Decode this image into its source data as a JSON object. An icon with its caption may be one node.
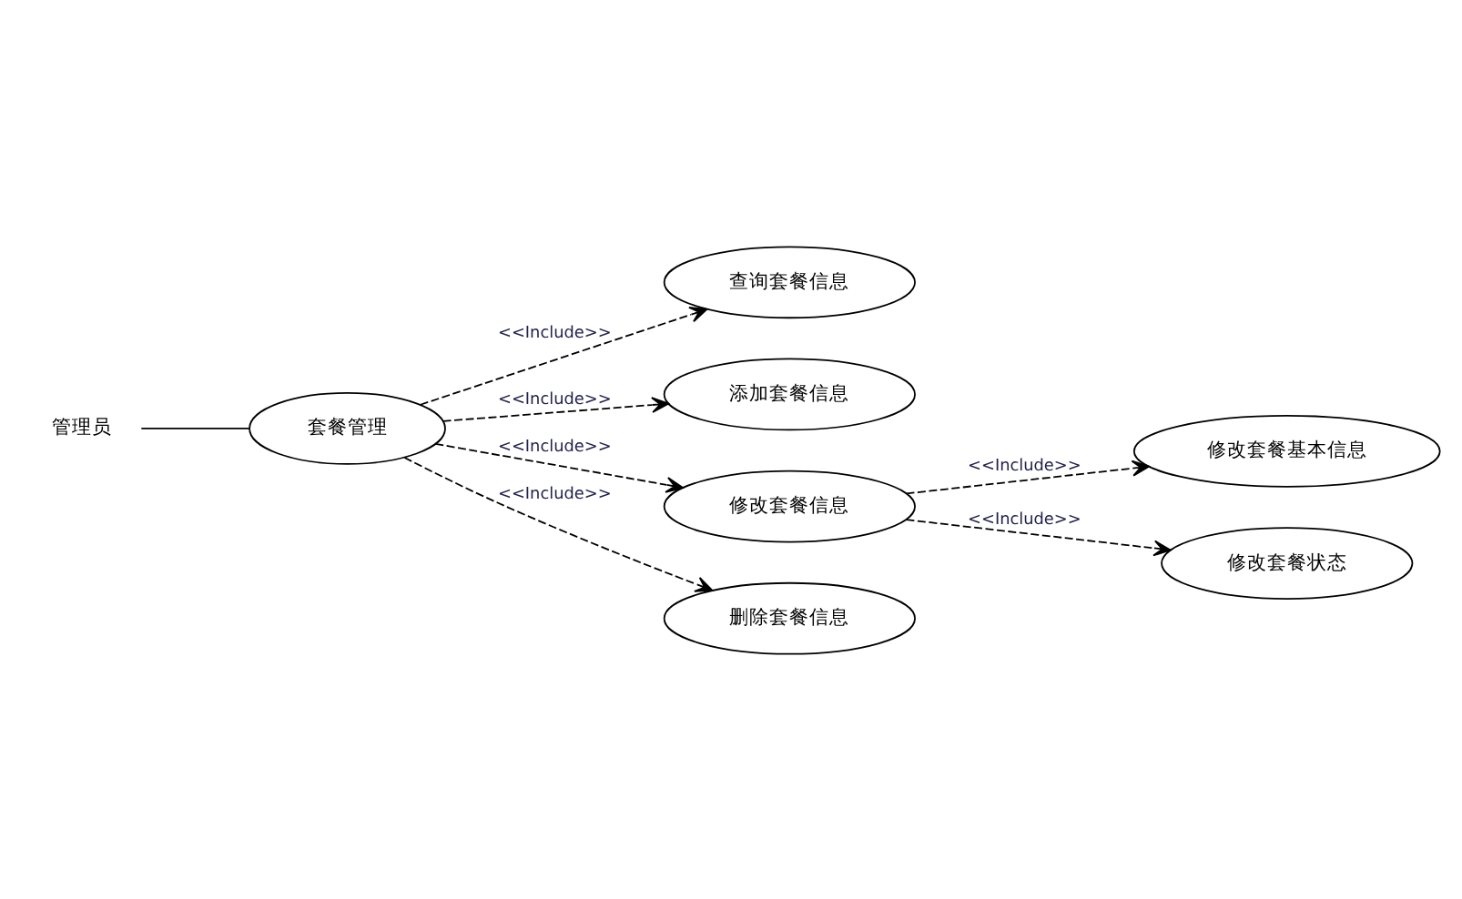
{
  "diagram": {
    "nodes": [
      {
        "text": [
          "管理员"
        ]
      },
      {
        "text": [
          "套餐管理"
        ]
      },
      {
        "text": [
          "查询套餐信息"
        ]
      },
      {
        "text": [
          "添加套餐信息"
        ]
      },
      {
        "text": [
          "修改套餐信息"
        ]
      },
      {
        "text": [
          "修改套餐基本信息"
        ]
      },
      {
        "text": [
          "修改套餐状态"
        ]
      },
      {
        "text": [
          "删除套餐信息"
        ]
      }
    ],
    "edges": [
      {
        "from": 0,
        "to": 1,
        "arrow": "none"
      },
      {
        "from": 1,
        "to": 2,
        "arrow": "to",
        "label": "<<Include>>",
        "style": "dashed"
      },
      {
        "from": 1,
        "to": 3,
        "arrow": "to",
        "label": "<<Include>>",
        "style": "dashed"
      },
      {
        "from": 1,
        "to": 4,
        "arrow": "to",
        "label": "<<Include>>",
        "style": "dashed"
      },
      {
        "from": 4,
        "to": 5,
        "arrow": "to",
        "label": "<<Include>>",
        "style": "dashed"
      },
      {
        "from": 4,
        "to": 6,
        "arrow": "to",
        "label": "<<Include>>",
        "style": "dashed"
      },
      {
        "from": 1,
        "to": 7,
        "arrow": "to",
        "label": "<<Include>>",
        "style": "dashed"
      }
    ]
  }
}
